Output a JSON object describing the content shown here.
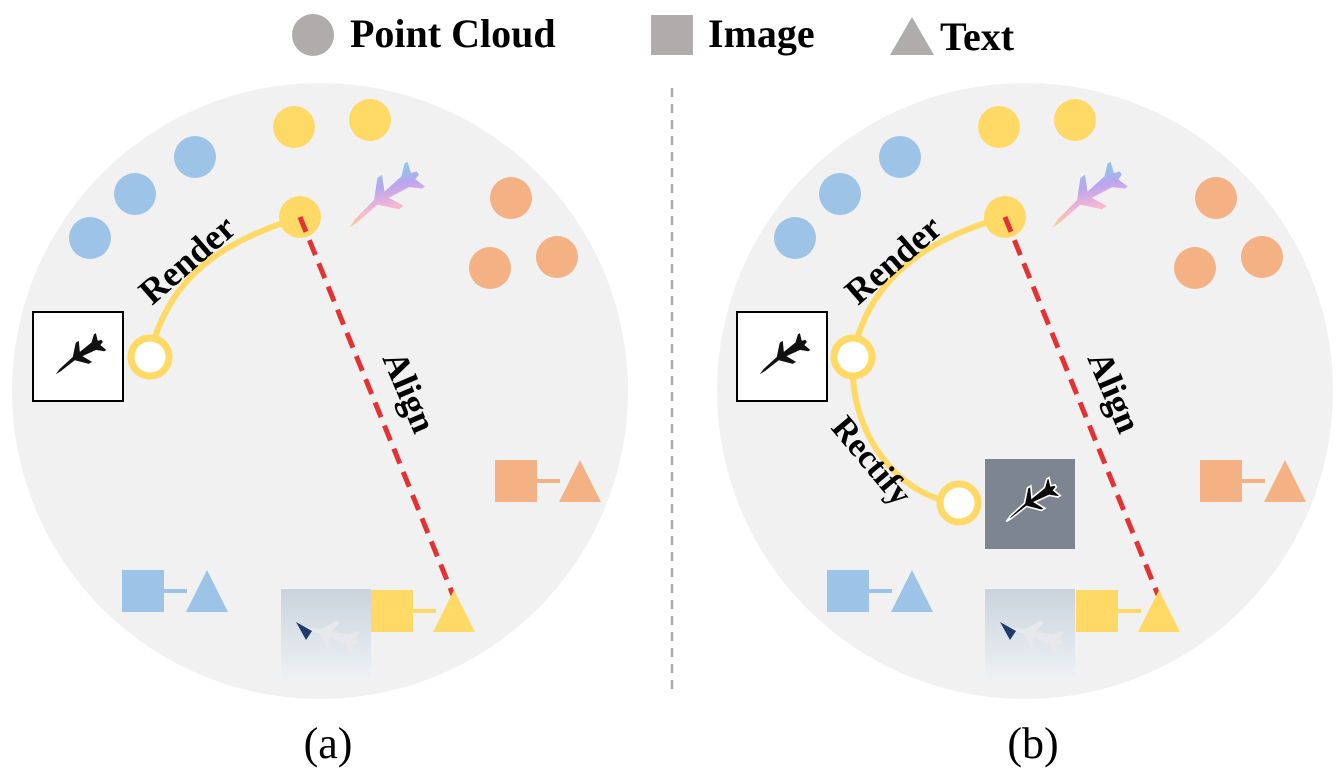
{
  "legend": {
    "point_cloud": "Point Cloud",
    "image": "Image",
    "text": "Text"
  },
  "panel_a": {
    "render_label": "Render",
    "align_label": "Align",
    "caption": "(a)"
  },
  "panel_b": {
    "render_label": "Render",
    "align_label": "Align",
    "rectify_label": "Rectify",
    "caption": "(b)"
  },
  "colors": {
    "gray_marker": "#b0acab",
    "panel_bg": "#f1f1f1",
    "blue": "#9dc3e6",
    "yellow": "#ffd966",
    "orange": "#f4b183",
    "align_red": "#e53131",
    "divider": "#aaaaaa"
  }
}
